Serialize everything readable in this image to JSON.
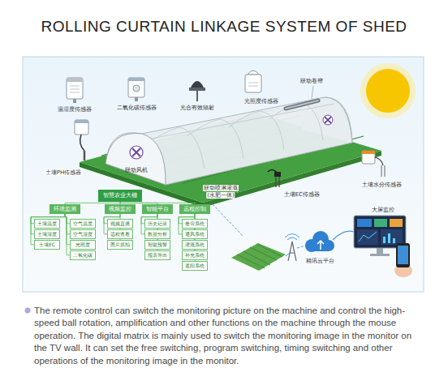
{
  "diagram": {
    "title": "ROLLING CURTAIN LINKAGE SYSTEM OF SHED",
    "caption": "The remote control can switch the monitoring picture on the machine and control the high-speed ball rotation, amplification and other functions on the machine through the mouse operation. The digital matrix is mainly used to switch the monitoring image in the monitor on the TV wall. It can set the free switching, program switching, timing switching and other operations of the monitoring image in the monitor.",
    "nodes": [
      {
        "text": [
          "智慧农业大棚"
        ]
      },
      {
        "text": [
          "环境监测"
        ]
      },
      {
        "text": [
          "视频监控"
        ]
      },
      {
        "text": [
          "智能平台"
        ]
      },
      {
        "text": [
          "远程控制"
        ]
      },
      {
        "text": [
          "土壤温度"
        ]
      },
      {
        "text": [
          "土壤湿度"
        ]
      },
      {
        "text": [
          "土壤EC"
        ]
      },
      {
        "text": [
          "空气温度"
        ]
      },
      {
        "text": [
          "空气湿度"
        ]
      },
      {
        "text": [
          "光照度"
        ]
      },
      {
        "text": [
          "二氧化碳"
        ]
      },
      {
        "text": [
          "视频直播"
        ]
      },
      {
        "text": [
          "远程查看"
        ]
      },
      {
        "text": [
          "图片抓拍"
        ]
      },
      {
        "text": [
          "历史记录"
        ]
      },
      {
        "text": [
          "数据分析"
        ]
      },
      {
        "text": [
          "智能预警"
        ]
      },
      {
        "text": [
          "报表导出"
        ]
      },
      {
        "text": [
          "卷帘系统"
        ]
      },
      {
        "text": [
          "通风系统"
        ]
      },
      {
        "text": [
          "灌溉系统"
        ]
      },
      {
        "text": [
          "补光系统"
        ]
      },
      {
        "text": [
          "遮阳系统"
        ]
      }
    ],
    "edges": [
      {
        "from": 0,
        "to": 1,
        "arrow": "none"
      },
      {
        "from": 0,
        "to": 2,
        "arrow": "none"
      },
      {
        "from": 0,
        "to": 3,
        "arrow": "none"
      },
      {
        "from": 0,
        "to": 4,
        "arrow": "none"
      },
      {
        "from": 1,
        "to": 5,
        "arrow": "none"
      },
      {
        "from": 1,
        "to": 6,
        "arrow": "none"
      },
      {
        "from": 1,
        "to": 7,
        "arrow": "none"
      },
      {
        "from": 1,
        "to": 8,
        "arrow": "none"
      },
      {
        "from": 1,
        "to": 9,
        "arrow": "none"
      },
      {
        "from": 1,
        "to": 10,
        "arrow": "none"
      },
      {
        "from": 1,
        "to": 11,
        "arrow": "none"
      },
      {
        "from": 2,
        "to": 12,
        "arrow": "none"
      },
      {
        "from": 2,
        "to": 13,
        "arrow": "none"
      },
      {
        "from": 2,
        "to": 14,
        "arrow": "none"
      },
      {
        "from": 3,
        "to": 15,
        "arrow": "none"
      },
      {
        "from": 3,
        "to": 16,
        "arrow": "none"
      },
      {
        "from": 3,
        "to": 17,
        "arrow": "none"
      },
      {
        "from": 3,
        "to": 18,
        "arrow": "none"
      },
      {
        "from": 4,
        "to": 19,
        "arrow": "none"
      },
      {
        "from": 4,
        "to": 20,
        "arrow": "none"
      },
      {
        "from": 4,
        "to": 21,
        "arrow": "none"
      },
      {
        "from": 4,
        "to": 22,
        "arrow": "none"
      },
      {
        "from": 4,
        "to": 23,
        "arrow": "none"
      }
    ],
    "labels": [
      "温湿度传感器",
      "二氧化碳传感器",
      "光合有效辐射",
      "光照度传感器",
      "联动卷帘",
      "联动风机",
      "土壤PH传感器",
      "联动喷淋灌溉",
      "(水肥一体)",
      "土壤EC传感器",
      "土壤水分传感器",
      "精讯云平台",
      "大屏监控"
    ]
  }
}
